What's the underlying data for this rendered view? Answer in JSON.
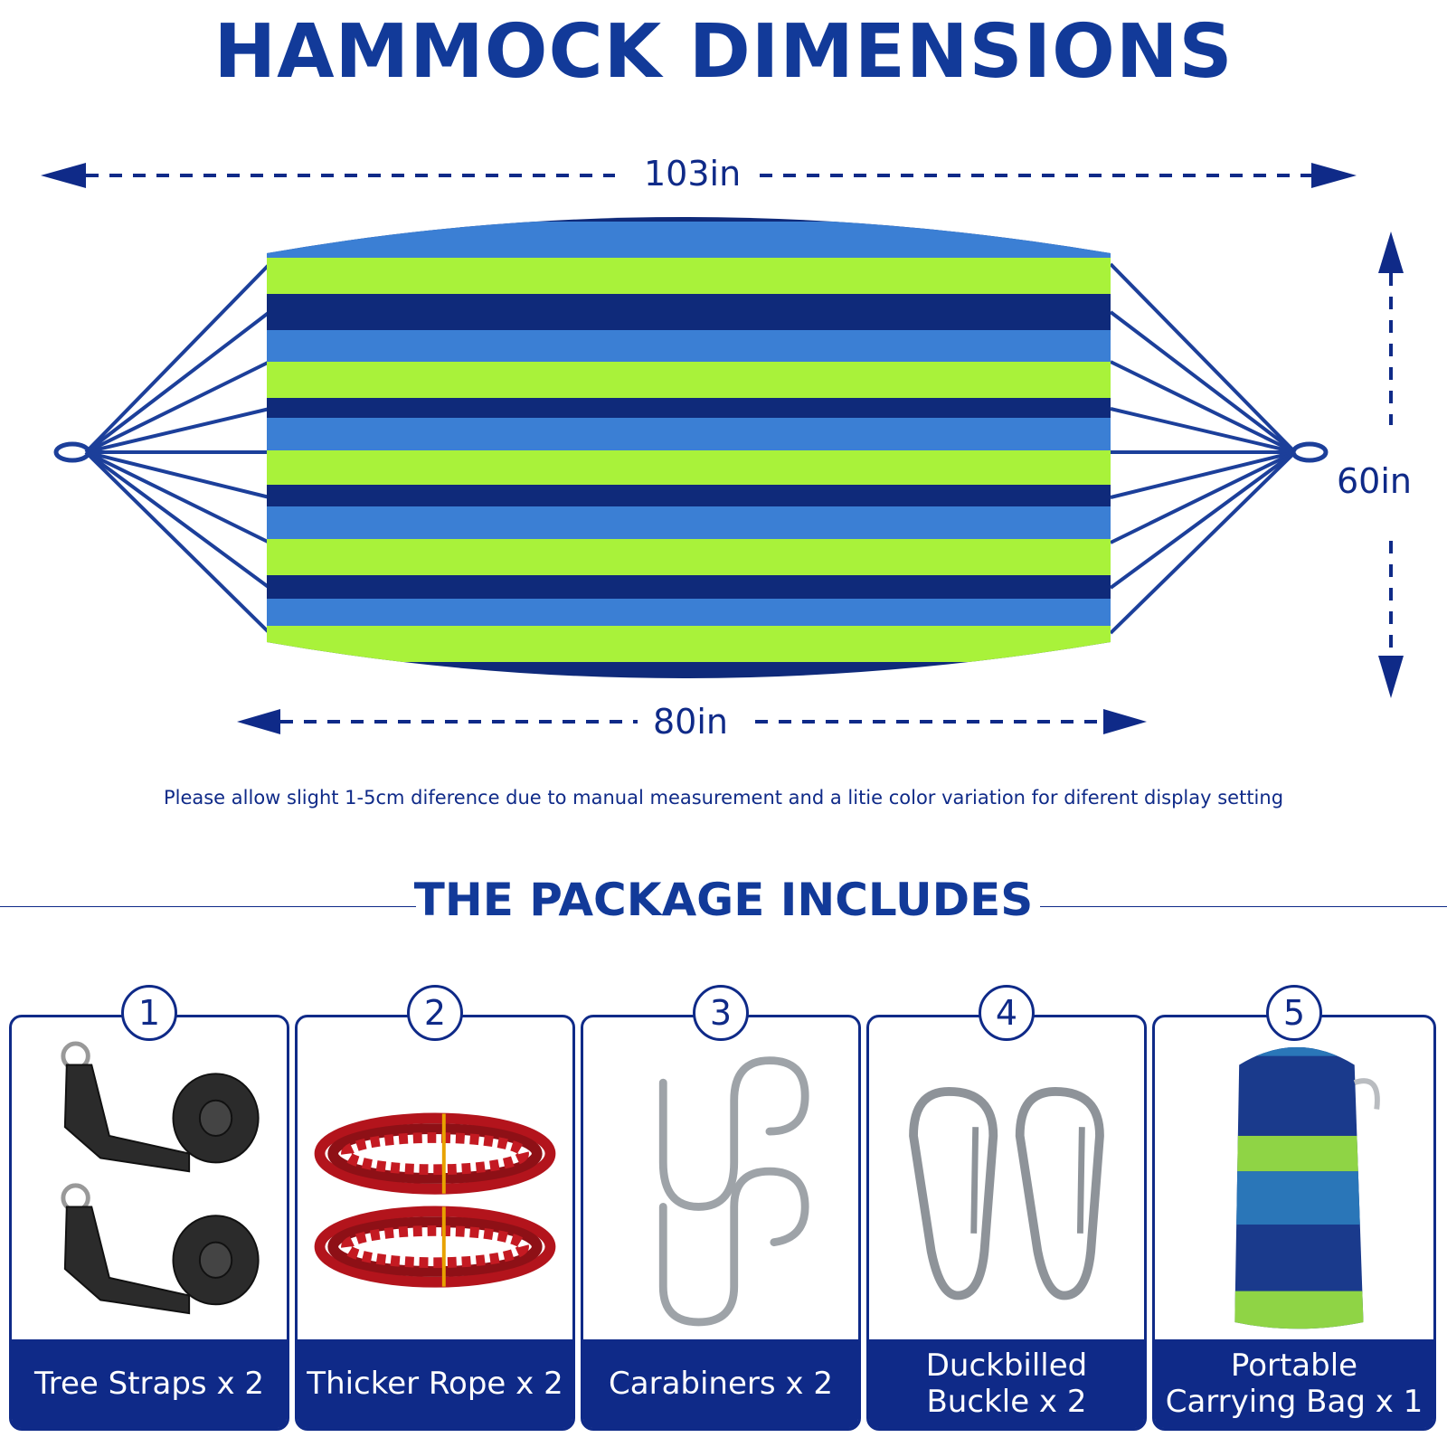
{
  "title": "HAMMOCK DIMENSIONS",
  "dimensions": {
    "total_length": "103in",
    "bed_length": "80in",
    "width": "60in"
  },
  "note": "Please allow slight 1-5cm diference due to manual measurement and a litie color variation for diferent display setting",
  "package": {
    "title": "THE PACKAGE INCLUDES",
    "items": [
      {
        "number": "1",
        "label": "Tree Straps x 2"
      },
      {
        "number": "2",
        "label": "Thicker Rope x 2"
      },
      {
        "number": "3",
        "label": "Carabiners x 2"
      },
      {
        "number": "4",
        "label": "Duckbilled\nBuckle x 2"
      },
      {
        "number": "5",
        "label": "Portable\nCarrying Bag x 1"
      }
    ]
  },
  "colors": {
    "navy": "#0f2a88",
    "stripe_dark": "#0f2a7a",
    "stripe_blue": "#3b7fd4",
    "stripe_green": "#a9f23a"
  }
}
